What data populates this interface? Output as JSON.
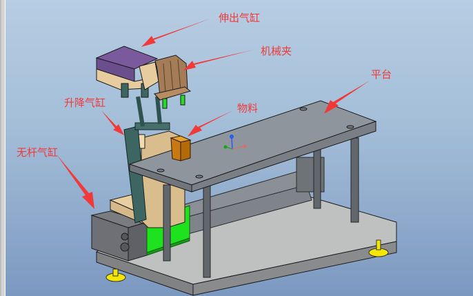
{
  "diagram": {
    "type": "CAD assembly annotation",
    "background": {
      "top": "#b6cde2",
      "bottom": "#7b98c0"
    },
    "annotation_color": "#f03a3a",
    "labels": [
      {
        "id": "extend-cylinder",
        "text": "伸出气缸",
        "meaning": "extension cylinder"
      },
      {
        "id": "mechanical-gripper",
        "text": "机械夹",
        "meaning": "mechanical gripper"
      },
      {
        "id": "platform",
        "text": "平台",
        "meaning": "platform"
      },
      {
        "id": "lift-cylinder",
        "text": "升降气缸",
        "meaning": "lifting cylinder"
      },
      {
        "id": "material",
        "text": "物料",
        "meaning": "material / workpiece"
      },
      {
        "id": "rodless-cylinder",
        "text": "无杆气缸",
        "meaning": "rodless cylinder"
      }
    ],
    "parts": {
      "extend_cylinder_color": "#6b4e8c",
      "gripper_color": "#a47c58",
      "bracket_color": "#e6cc9e",
      "lift_frame_color": "#3d6663",
      "fingers_color": "#28d928",
      "material_color": "#c87a10",
      "platform_color": "#8f959c",
      "base_color": "#bfc0c0",
      "rodless_block_color": "#6e7075",
      "slider_color": "#1ee21e",
      "legs_color": "#62676e",
      "feet_color": "#f5e600"
    },
    "axis_triad": {
      "x": "#e06a6a",
      "y": "#1aa31a",
      "z": "#2a5cf0"
    }
  }
}
